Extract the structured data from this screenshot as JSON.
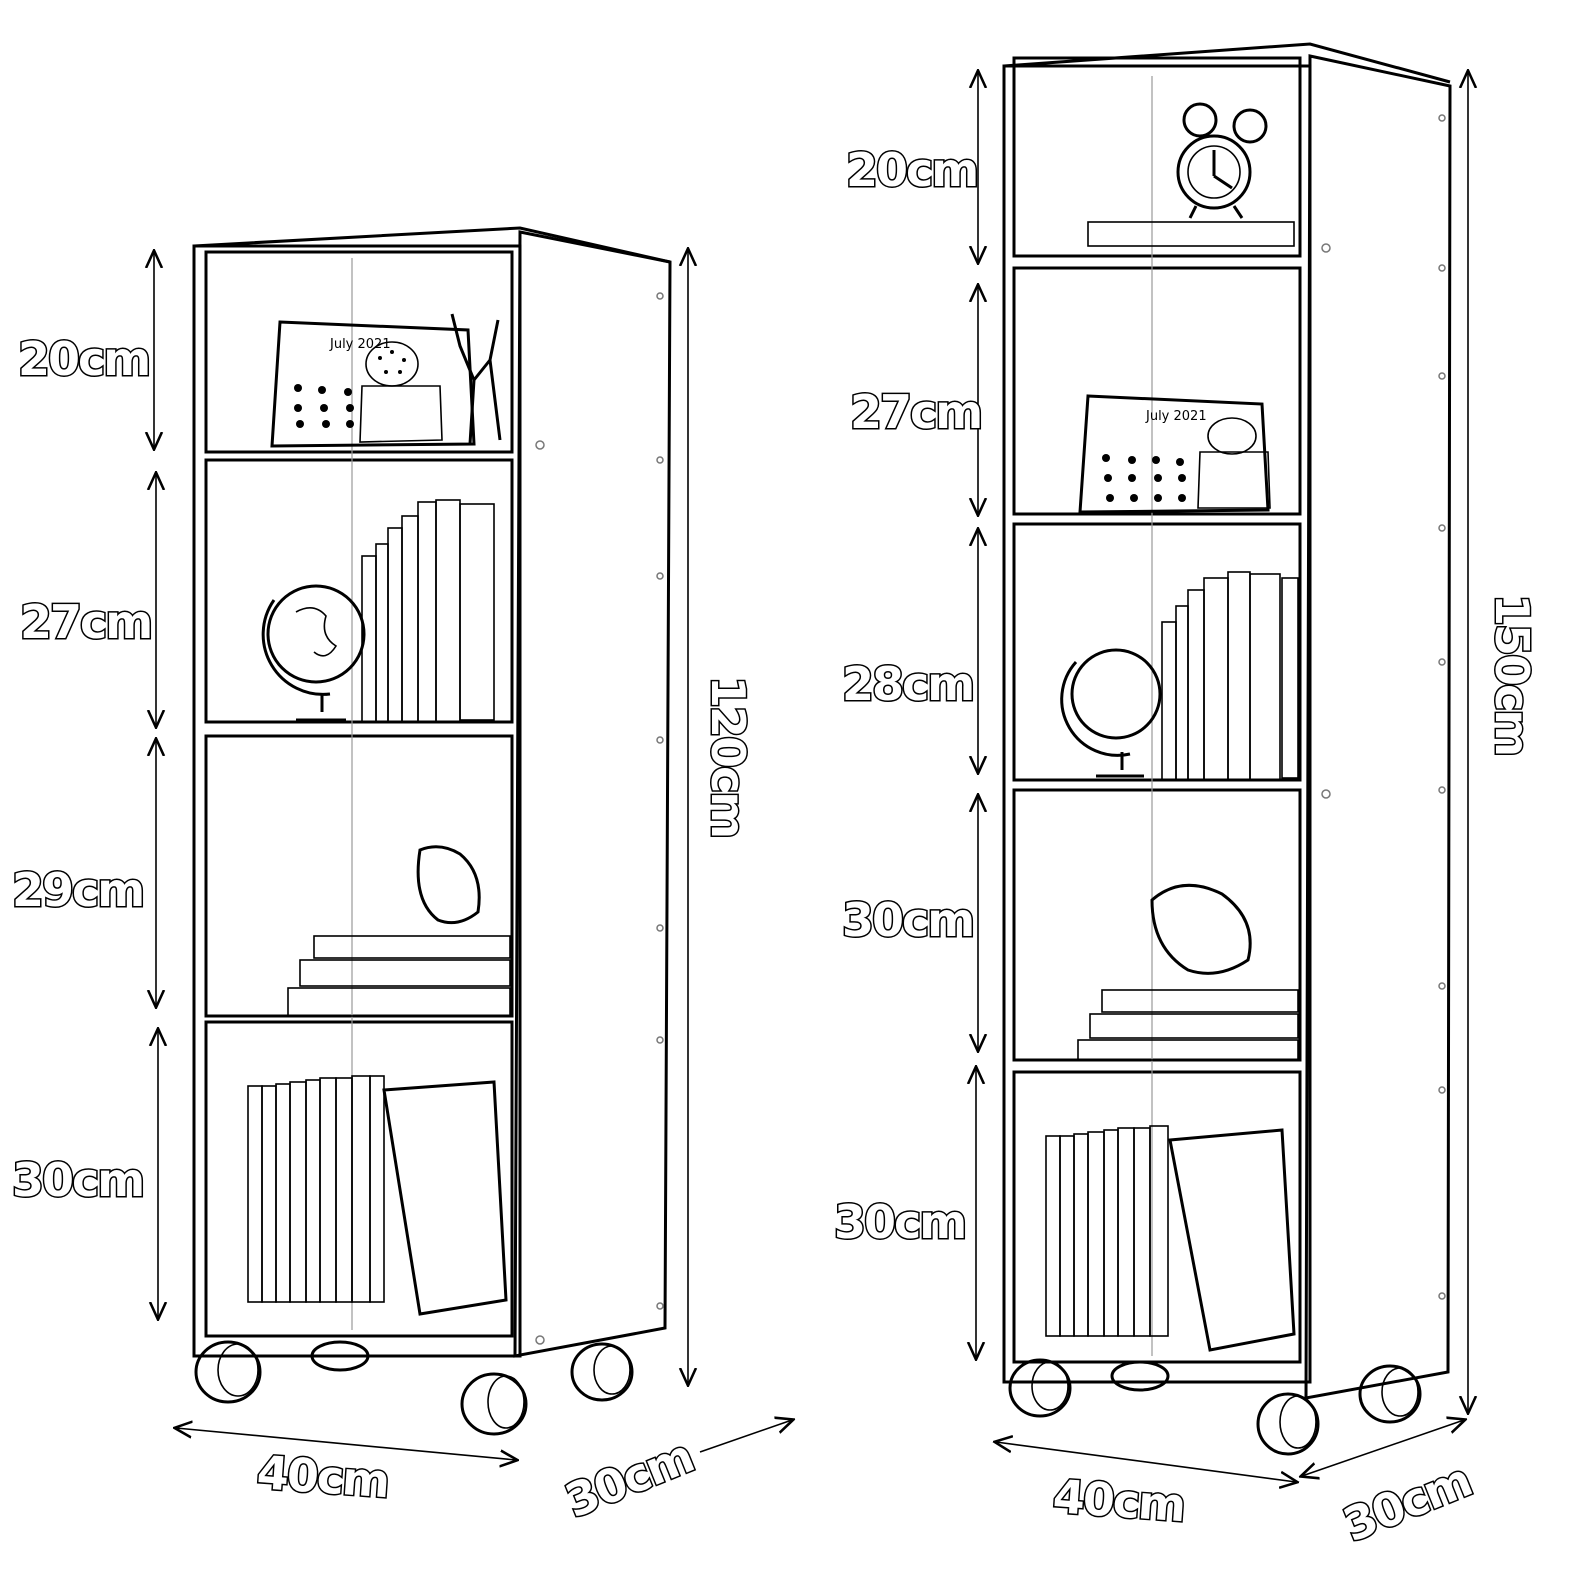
{
  "left_shelf": {
    "compartments": [
      "20cm",
      "27cm",
      "29cm",
      "30cm"
    ],
    "height": "120cm",
    "width": "40cm",
    "depth": "30cm",
    "calendar_text": "July 2021"
  },
  "right_shelf": {
    "compartments": [
      "20cm",
      "27cm",
      "28cm",
      "30cm",
      "30cm"
    ],
    "height": "150cm",
    "width": "40cm",
    "depth": "30cm",
    "calendar_text": "July 2021"
  }
}
